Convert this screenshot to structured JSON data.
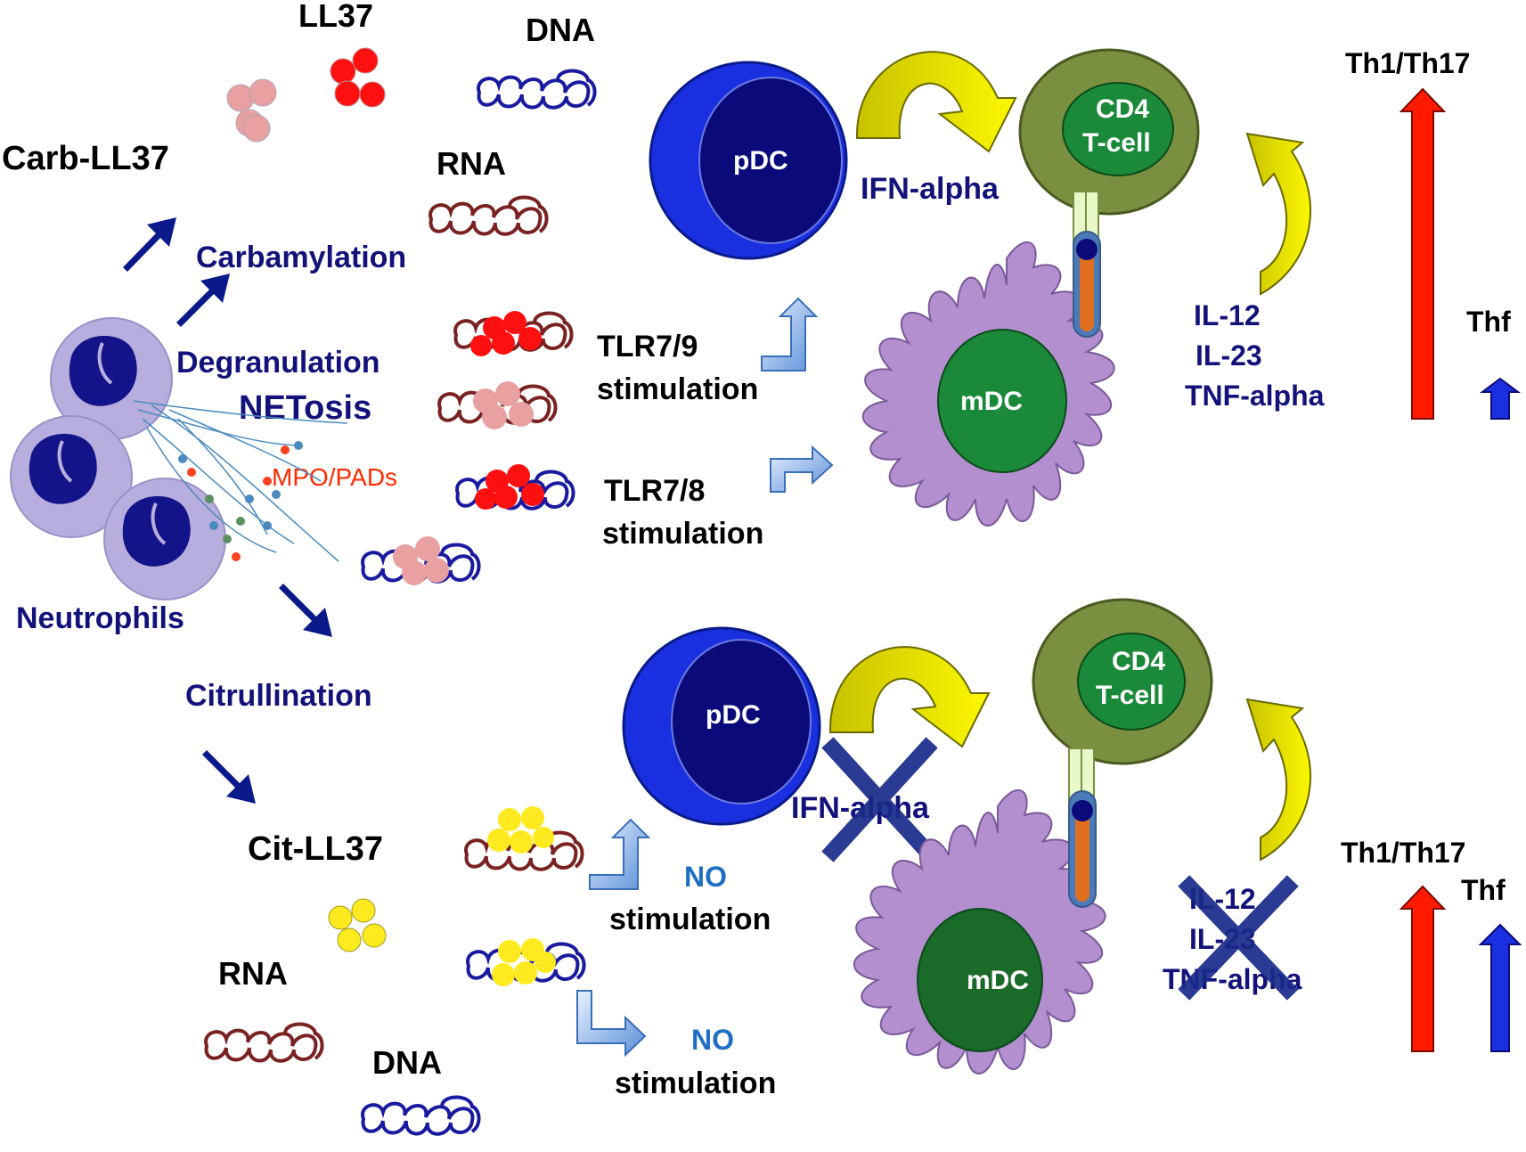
{
  "colors": {
    "navy_text": "#12127a",
    "light_blue_text": "#1e6fc4",
    "pdc_blue": "#1a2fe0",
    "mdc_purple": "#b38fcf",
    "cd4_olive": "#7a9040",
    "yellow_arrow": "#f4f000",
    "dark_arrow": "#0a1a8a"
  },
  "top": {
    "ll37": "LL37",
    "dna": "DNA",
    "carb_ll37": "Carb-LL37",
    "rna": "RNA",
    "carbamylation": "Carbamylation",
    "degranulation": "Degranulation",
    "netosis": "NETosis",
    "mpo_pads": "MPO/PADs",
    "neutrophils": "Neutrophils",
    "tlr79_line1": "TLR7/9",
    "tlr79_line2": "stimulation",
    "tlr78_line1": "TLR7/8",
    "tlr78_line2": "stimulation",
    "pdc": "pDC",
    "ifn_alpha": "IFN-alpha",
    "cd4_line1": "CD4",
    "cd4_line2": "T-cell",
    "mdc": "mDC",
    "il12": "IL-12",
    "il23": "IL-23",
    "tnf_alpha": "TNF-alpha",
    "th1_th17": "Th1/Th17",
    "thf": "Thf"
  },
  "bottom": {
    "citrullination": "Citrullination",
    "cit_ll37": "Cit-LL37",
    "rna": "RNA",
    "dna": "DNA",
    "no1": "NO",
    "stim1": "stimulation",
    "no2": "NO",
    "stim2": "stimulation",
    "pdc": "pDC",
    "ifn_alpha": "IFN-alpha",
    "cd4_line1": "CD4",
    "cd4_line2": "T-cell",
    "mdc": "mDC",
    "il12": "IL-12",
    "il23": "IL-23",
    "tnf_alpha": "TNF-alpha",
    "th1_th17": "Th1/Th17",
    "thf": "Thf"
  }
}
